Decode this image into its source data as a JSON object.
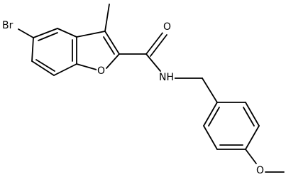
{
  "molecule": {
    "atom_labels": {
      "bromine": "Br",
      "ring_oxygen": "O",
      "carbonyl_oxygen": "O",
      "amide_nitrogen": "NH",
      "methoxy_oxygen": "O"
    }
  },
  "colors": {
    "bond": "#000000",
    "background": "#ffffff"
  }
}
